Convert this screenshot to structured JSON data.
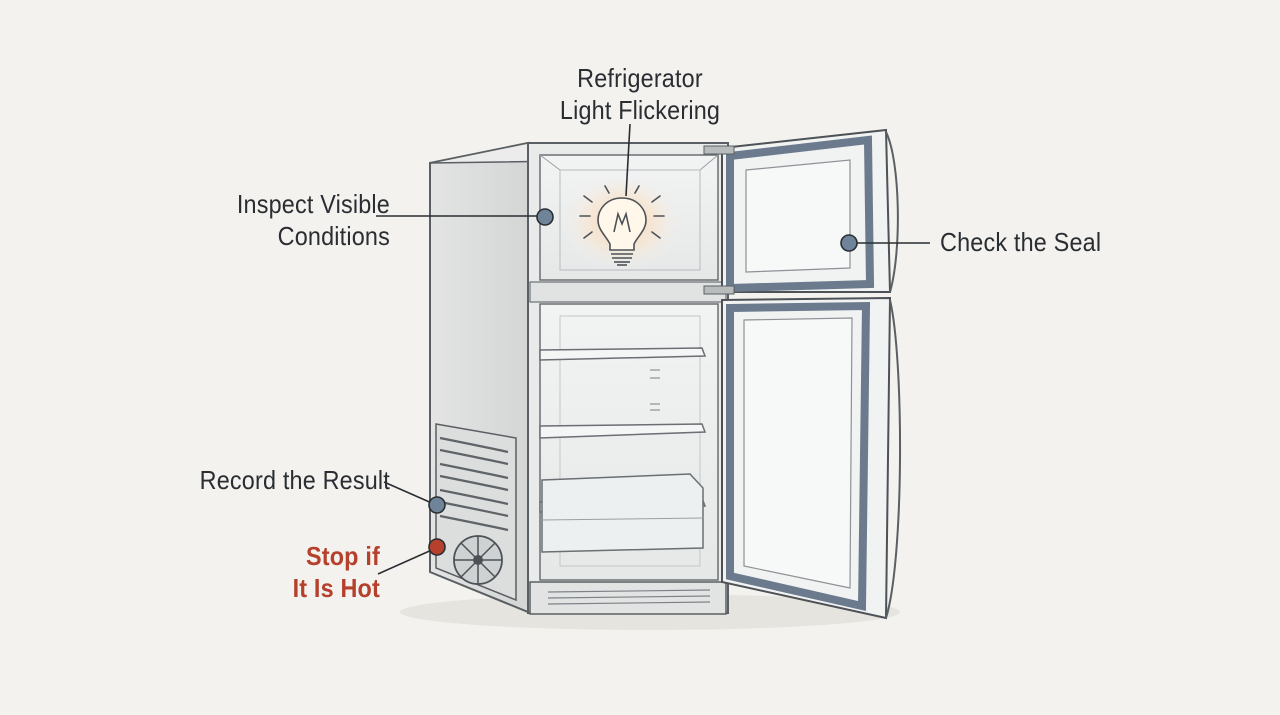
{
  "title": {
    "line1": "Refrigerator",
    "line2": "Light Flickering"
  },
  "callouts": {
    "inspect": {
      "line1": "Inspect Visible",
      "line2": "Conditions"
    },
    "seal": {
      "line1": "Check the Seal"
    },
    "record": {
      "line1": "Record the Result"
    },
    "stop": {
      "line1": "Stop if",
      "line2": "It Is Hot"
    }
  },
  "colors": {
    "background": "#f3f2ee",
    "text": "#2a2e33",
    "marker": "#6f8499",
    "warning": "#b5402c",
    "light_glow": "#f6c79a",
    "door_gasket": "#6b7a8c"
  },
  "icons": [
    "lightbulb-icon"
  ]
}
